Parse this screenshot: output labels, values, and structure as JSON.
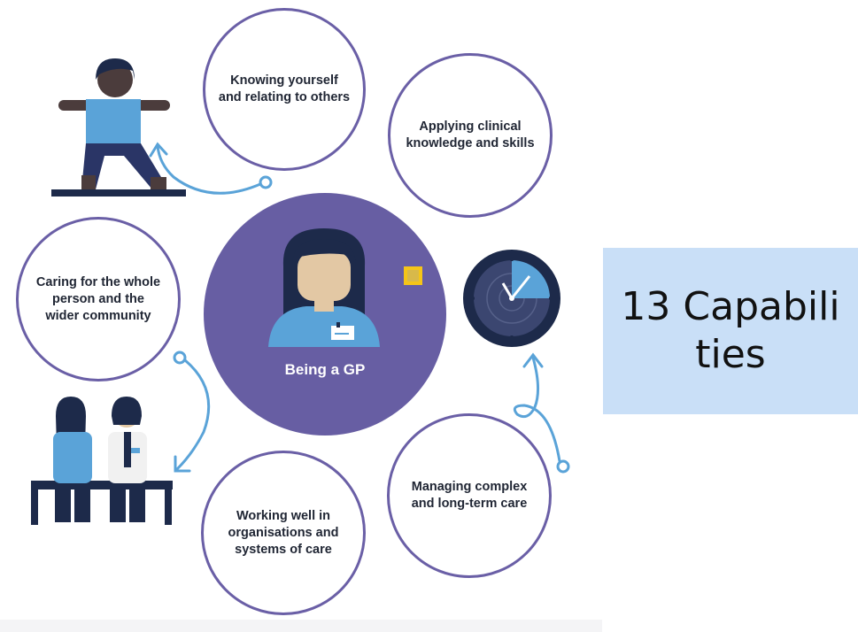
{
  "diagram": {
    "center": {
      "label": "Being a GP"
    },
    "capabilities": [
      {
        "id": "knowing-yourself",
        "label": "Knowing yourself\nand relating to others"
      },
      {
        "id": "applying-clinical",
        "label": "Applying clinical\nknowledge and skills"
      },
      {
        "id": "caring-whole-person",
        "label": "Caring for the whole\nperson and the\nwider community"
      },
      {
        "id": "managing-complex",
        "label": "Managing complex\nand long-term care"
      },
      {
        "id": "working-well",
        "label": "Working well in\norganisations and\nsystems of care"
      }
    ]
  },
  "side_panel": {
    "title": "13 Capabilities"
  },
  "colors": {
    "circle_border": "#6a5fa6",
    "center_fill": "#675ea3",
    "arrow": "#5aa3d8",
    "skin": "#e3c8a4",
    "dark_navy": "#1d2a4a",
    "shirt_blue": "#5aa3d8",
    "panel_bg": "#c9dff7"
  }
}
